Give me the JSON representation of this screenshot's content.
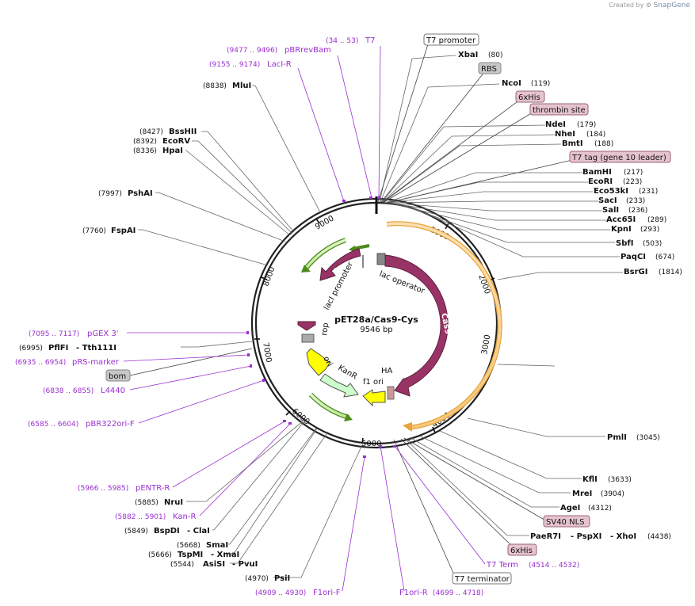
{
  "credit": {
    "prefix": "Created by",
    "brand": "SnapGene"
  },
  "plasmid": {
    "name": "pET28a/Cas9-Cys",
    "size_label": "9546 bp"
  },
  "ticks": [
    "1000",
    "2000",
    "3000",
    "4000",
    "5000",
    "6000",
    "7000",
    "8000",
    "9000"
  ],
  "enzymes": {
    "XbaI": "XbaI",
    "XbaI_pos": "(80)",
    "NcoI": "NcoI",
    "NcoI_pos": "(119)",
    "NdeI": "NdeI",
    "NdeI_pos": "(179)",
    "NheI": "NheI",
    "NheI_pos": "(184)",
    "BmtI": "BmtI",
    "BmtI_pos": "(188)",
    "BamHI": "BamHI",
    "BamHI_pos": "(217)",
    "EcoRI": "EcoRI",
    "EcoRI_pos": "(223)",
    "Eco53kI": "Eco53kI",
    "Eco53kI_pos": "(231)",
    "SacI": "SacI",
    "SacI_pos": "(233)",
    "SalI": "SalI",
    "SalI_pos": "(236)",
    "Acc65I": "Acc65I",
    "Acc65I_pos": "(289)",
    "KpnI": "KpnI",
    "KpnI_pos": "(293)",
    "SbfI": "SbfI",
    "SbfI_pos": "(503)",
    "PaqCI": "PaqCI",
    "PaqCI_pos": "(674)",
    "BsrGI": "BsrGI",
    "BsrGI_pos": "(1814)",
    "PmlI": "PmlI",
    "PmlI_pos": "(3045)",
    "KflI": "KflI",
    "KflI_pos": "(3633)",
    "MreI": "MreI",
    "MreI_pos": "(3904)",
    "AgeI": "AgeI",
    "AgeI_pos": "(4312)",
    "PaeR7I": "PaeR7I",
    "PspXI": "- PspXI",
    "XhoI": "- XhoI",
    "PaeR7I_pos": "(4438)",
    "PsiI": "PsiI",
    "PsiI_pos": "(4970)",
    "AsiSI": "AsiSI",
    "PvuI": "- PvuI",
    "AsiSI_pos": "(5544)",
    "TspMI": "TspMI",
    "XmaI": "- XmaI",
    "TspMI_pos": "(5666)",
    "SmaI": "SmaI",
    "SmaI_pos": "(5668)",
    "BspDI": "BspDI",
    "ClaI": "- ClaI",
    "BspDI_pos": "(5849)",
    "NruI": "NruI",
    "NruI_pos": "(5885)",
    "PflFI": "PflFI",
    "Tth111I": "- Tth111I",
    "PflFI_pos": "(6995)",
    "FspAI": "FspAI",
    "FspAI_pos": "(7760)",
    "PshAI": "PshAI",
    "PshAI_pos": "(7997)",
    "HpaI": "HpaI",
    "HpaI_pos": "(8336)",
    "EcoRV": "EcoRV",
    "EcoRV_pos": "(8392)",
    "BssHII": "BssHII",
    "BssHII_pos": "(8427)",
    "MluI": "MluI",
    "MluI_pos": "(8838)"
  },
  "primers": {
    "T7": "T7",
    "T7_pos": "(34 .. 53)",
    "pBRrevBam": "pBRrevBam",
    "pBRrevBam_pos": "(9477 .. 9496)",
    "LacIR": "LacI-R",
    "LacIR_pos": "(9155 .. 9174)",
    "pGEX3": "pGEX 3'",
    "pGEX3_pos": "(7095 .. 7117)",
    "pRSmarker": "pRS-marker",
    "pRSmarker_pos": "(6935 .. 6954)",
    "L4440": "L4440",
    "L4440_pos": "(6838 .. 6855)",
    "pBR322oriF": "pBR322ori-F",
    "pBR322oriF_pos": "(6585 .. 6604)",
    "pENTRR": "pENTR-R",
    "pENTRR_pos": "(5966 .. 5985)",
    "KanR": "Kan-R",
    "KanR_pos": "(5882 .. 5901)",
    "F1oriF": "F1ori-F",
    "F1oriF_pos": "(4909 .. 4930)",
    "F1oriR": "F1ori-R",
    "F1oriR_pos": "(4699 .. 4718)",
    "T7Term": "T7 Term",
    "T7Term_pos": "(4514 .. 4532)"
  },
  "boxes": {
    "T7promoter": "T7 promoter",
    "RBS": "RBS",
    "His1": "6xHis",
    "thrombin": "thrombin site",
    "T7tag": "T7 tag (gene 10 leader)",
    "SV40": "SV40 NLS",
    "His2": "6xHis",
    "T7terminator": "T7 terminator",
    "bom": "bom"
  },
  "features": {
    "lacI": "lacI",
    "Cas9": "Cas9",
    "lacIpromoter": "lacI promoter",
    "lacoperator": "lac operator",
    "rop": "rop",
    "ori": "ori",
    "KanR": "KanR",
    "f1ori": "f1 ori",
    "HA": "HA"
  },
  "colors": {
    "enzyme_line": "#666666",
    "primer": "#9a2fd1",
    "cas9": "#993366",
    "lacI": "#993366",
    "kanr": "#ccffcc",
    "ori": "#ffff00",
    "orf_orange": "#e8a33d",
    "orf_green": "#4d8a1a",
    "box_pink": "#e6c3d0",
    "box_gray": "#c8c8c8"
  }
}
